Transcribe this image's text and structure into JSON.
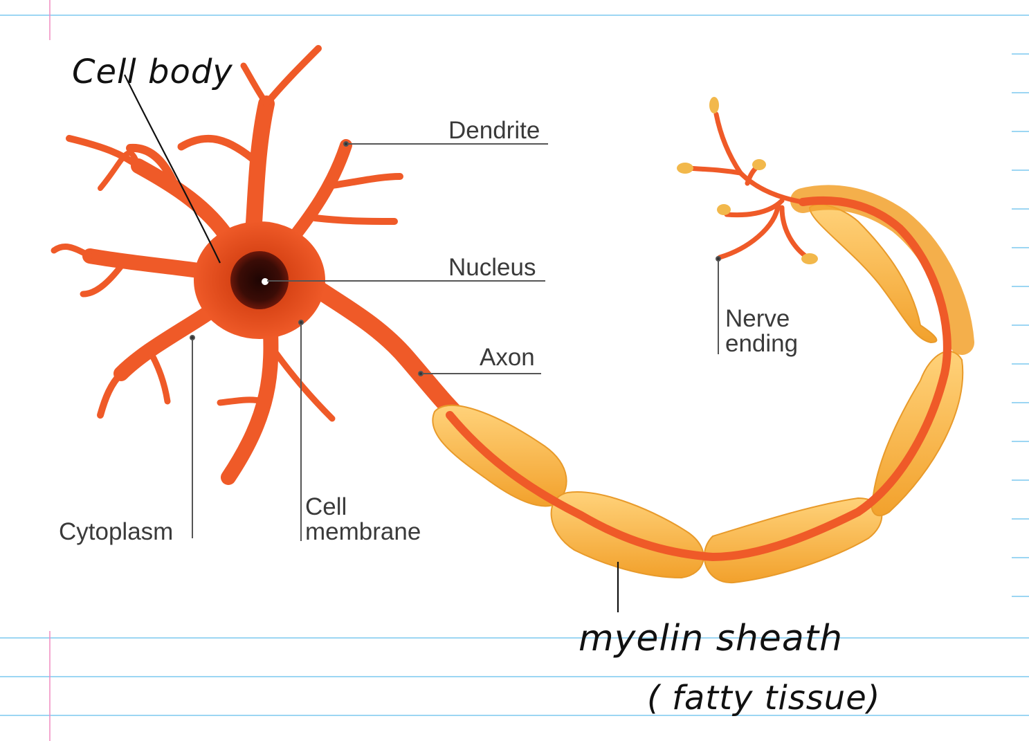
{
  "colors": {
    "paper": "#ffffff",
    "rule_line": "#7cc8ef",
    "margin_line": "#f08cc0",
    "neuron": "#ef5a28",
    "neuron_dark": "#c0390f",
    "nucleus": "#3a0c06",
    "myelin": "#f7b23b",
    "myelin_light": "#ffd27a",
    "terminal": "#f2b84b",
    "leader": "#555555",
    "ink": "#111111"
  },
  "icons": [
    "neuron-illustration"
  ],
  "labels": {
    "dendrite": "Dendrite",
    "nucleus": "Nucleus",
    "axon": "Axon",
    "nerve_ending_line1": "Nerve",
    "nerve_ending_line2": "ending",
    "cytoplasm": "Cytoplasm",
    "cell_membrane_line1": "Cell",
    "cell_membrane_line2": "membrane"
  },
  "handwritten": {
    "cell_body": "Cell body",
    "myelin_sheath": "myelin sheath",
    "fatty_tissue": "( fatty tissue)"
  }
}
